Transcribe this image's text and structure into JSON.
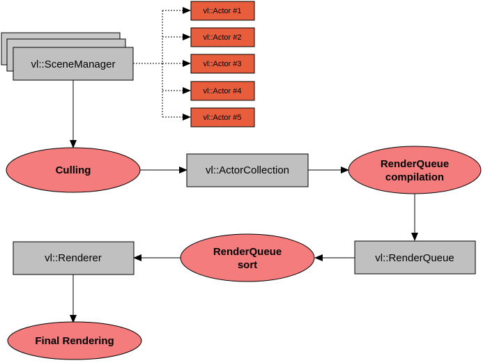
{
  "scene_manager": {
    "label": "vl::SceneManager"
  },
  "actors": [
    {
      "label": "vl::Actor #1"
    },
    {
      "label": "vl::Actor #2"
    },
    {
      "label": "vl::Actor #3"
    },
    {
      "label": "vl::Actor #4"
    },
    {
      "label": "vl::Actor #5"
    }
  ],
  "culling": {
    "label": "Culling"
  },
  "actor_collection": {
    "label": "vl::ActorCollection"
  },
  "queue_compilation": {
    "line1": "RenderQueue",
    "line2": "compilation"
  },
  "render_queue": {
    "label": "vl::RenderQueue"
  },
  "queue_sort": {
    "line1": "RenderQueue",
    "line2": "sort"
  },
  "renderer": {
    "label": "vl::Renderer"
  },
  "final_rendering": {
    "label": "Final Rendering"
  },
  "colors": {
    "box_fill": "#c0c0c0",
    "shadow_fill": "#c8c8c8",
    "actor_fill": "#e85d3c",
    "ellipse_fill": "#f47c7c",
    "stroke": "#000000"
  }
}
